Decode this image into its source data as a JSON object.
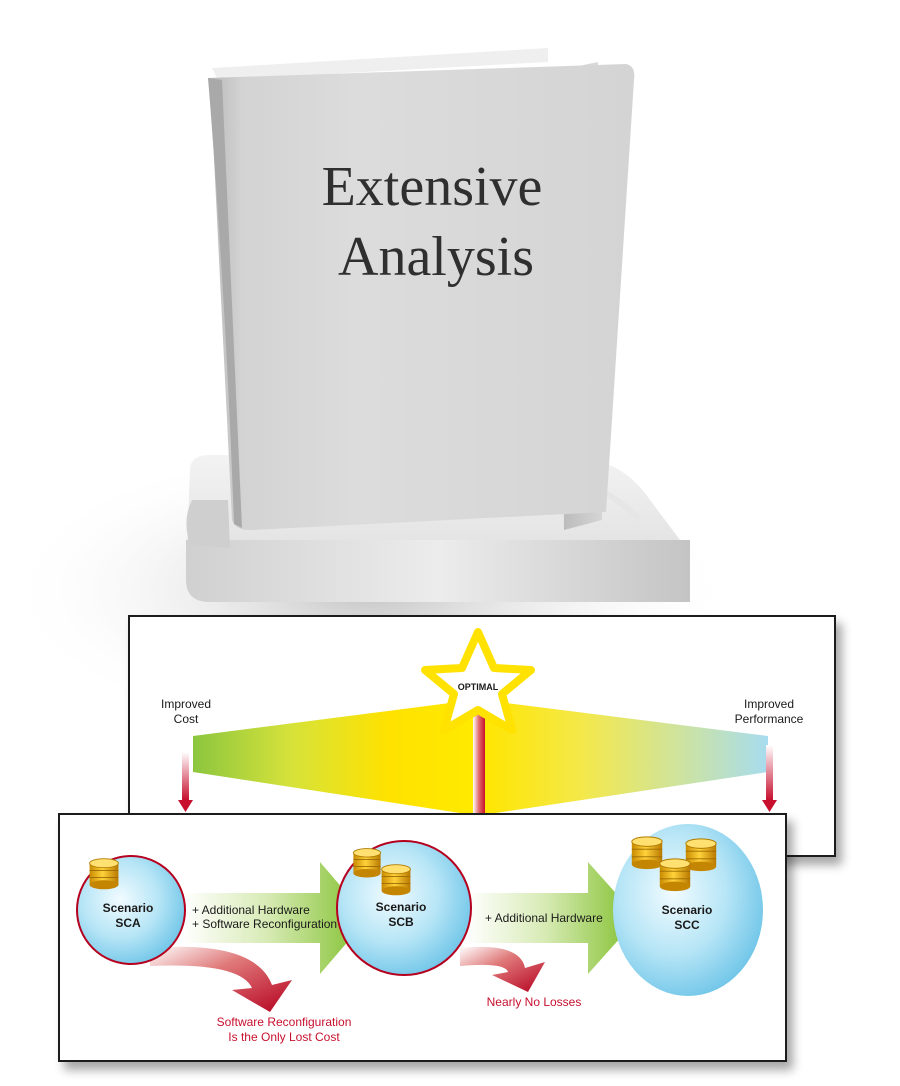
{
  "book": {
    "title_line1": "Extensive",
    "title_line2": "Analysis"
  },
  "spectrum": {
    "left_label_line1": "Improved",
    "left_label_line2": "Cost",
    "right_label_line1": "Improved",
    "right_label_line2": "Performance",
    "star_label": "OPTIMAL"
  },
  "scenarios": [
    {
      "line1": "Scenario",
      "line2": "SCA"
    },
    {
      "line1": "Scenario",
      "line2": "SCB"
    },
    {
      "line1": "Scenario",
      "line2": "SCC"
    }
  ],
  "transitions": [
    {
      "line1": "+ Additional Hardware",
      "line2": "+ Software Reconfiguration"
    },
    {
      "line1": "+ Additional Hardware"
    }
  ],
  "loss_notes": [
    {
      "line1": "Software Reconfiguration",
      "line2": "Is the Only Lost Cost"
    },
    {
      "line1": "Nearly No Losses"
    }
  ],
  "colors": {
    "loss_red": "#c8102e",
    "spectrum_yellow": "#ffe200",
    "spectrum_green": "#8cc63f",
    "spectrum_blue": "#a7dcef",
    "circle_blue": "#7fcfee",
    "database_gold": "#f2b705"
  }
}
